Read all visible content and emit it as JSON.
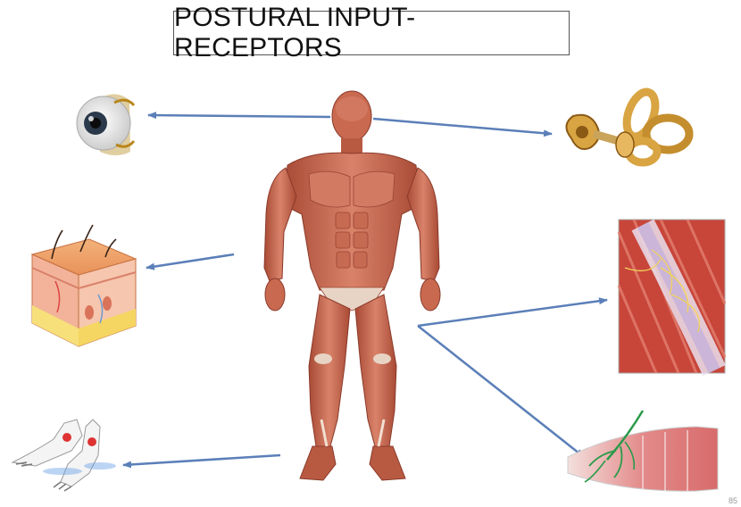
{
  "title": "POSTURAL INPUT- RECEPTORS",
  "page_number": "85",
  "colors": {
    "arrow": "#5b7fb8",
    "muscle": "#c96a50",
    "muscle_dark": "#9a4433",
    "skin": "#f0c9a0",
    "ear_gold": "#d9a442"
  },
  "images": [
    {
      "name": "eye-icon"
    },
    {
      "name": "inner-ear-icon"
    },
    {
      "name": "skin-icon"
    },
    {
      "name": "muscle-spindle-icon"
    },
    {
      "name": "foot-icon"
    },
    {
      "name": "tendon-organ-icon"
    },
    {
      "name": "human-muscle-figure"
    }
  ]
}
